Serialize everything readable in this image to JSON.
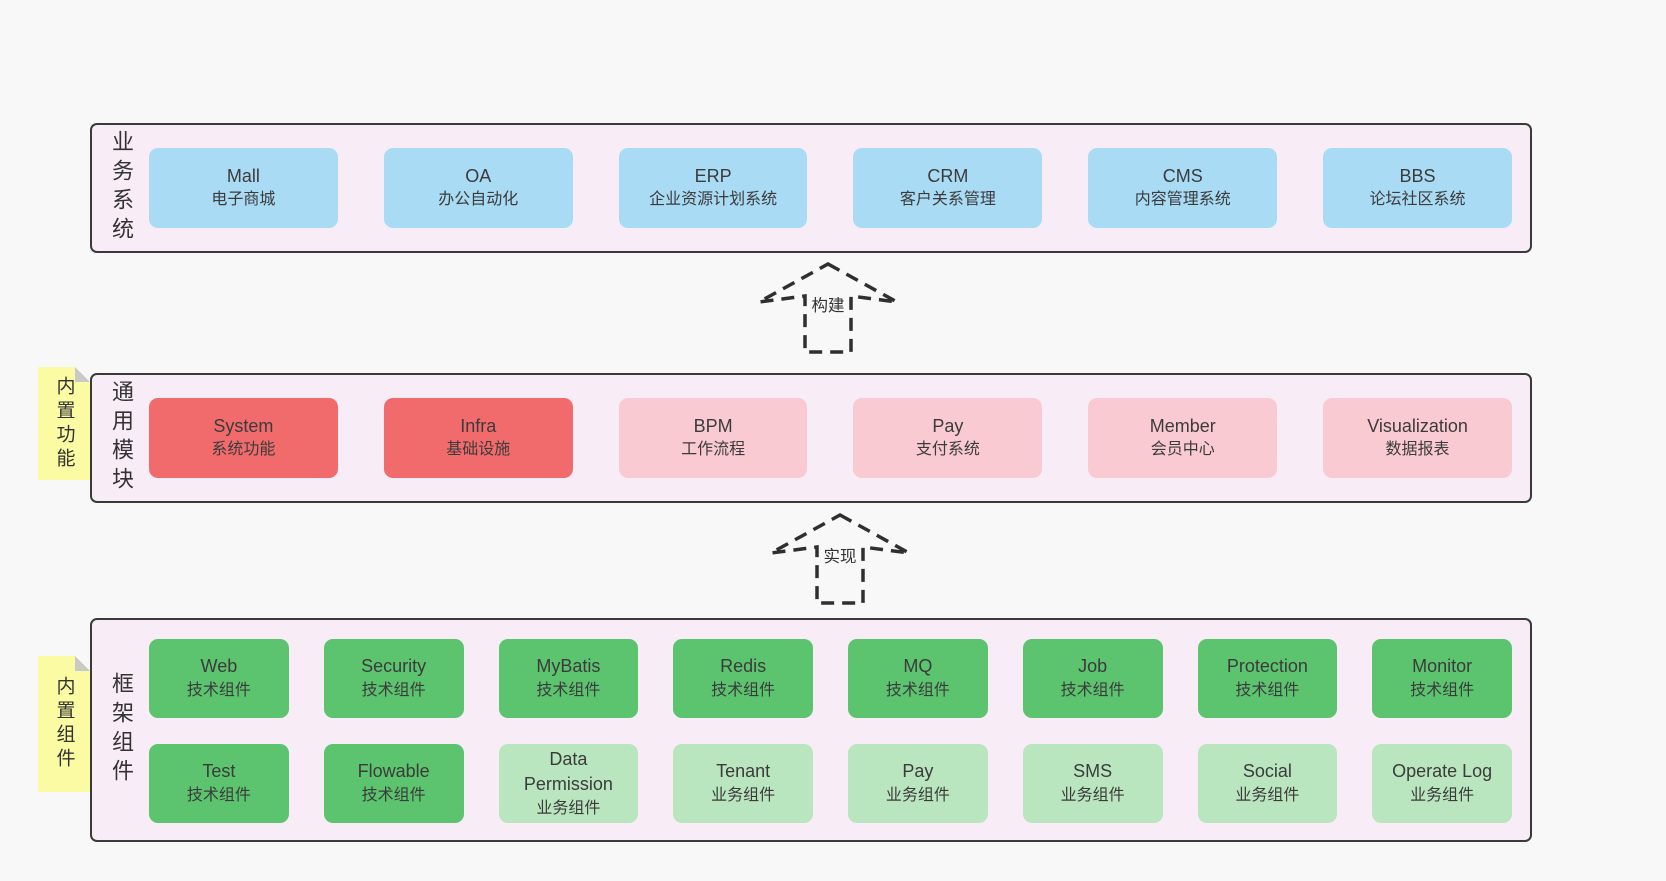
{
  "colors": {
    "page_bg": "#f8f8f8",
    "band_bg": "#f8edf6",
    "band_border": "#3a3a3a",
    "blue": "#a9dbf5",
    "red": "#f16b6d",
    "pink": "#facad3",
    "green_dark": "#5cc46e",
    "green_light": "#bae6bf",
    "yellow": "#fafba3",
    "fold": "#c9c9c9",
    "text": "#3b3b3b"
  },
  "arrows": [
    {
      "label": "构建"
    },
    {
      "label": "实现"
    }
  ],
  "layers": {
    "business": {
      "label": "业务系统",
      "items": [
        {
          "name": "Mall",
          "desc": "电子商城",
          "tone": "blue"
        },
        {
          "name": "OA",
          "desc": "办公自动化",
          "tone": "blue"
        },
        {
          "name": "ERP",
          "desc": "企业资源计划系统",
          "tone": "blue"
        },
        {
          "name": "CRM",
          "desc": "客户关系管理",
          "tone": "blue"
        },
        {
          "name": "CMS",
          "desc": "内容管理系统",
          "tone": "blue"
        },
        {
          "name": "BBS",
          "desc": "论坛社区系统",
          "tone": "blue"
        }
      ]
    },
    "modules": {
      "label": "通用模块",
      "note": "内置功能",
      "items": [
        {
          "name": "System",
          "desc": "系统功能",
          "tone": "red"
        },
        {
          "name": "Infra",
          "desc": "基础设施",
          "tone": "red"
        },
        {
          "name": "BPM",
          "desc": "工作流程",
          "tone": "pink"
        },
        {
          "name": "Pay",
          "desc": "支付系统",
          "tone": "pink"
        },
        {
          "name": "Member",
          "desc": "会员中心",
          "tone": "pink"
        },
        {
          "name": "Visualization",
          "desc": "数据报表",
          "tone": "pink"
        }
      ]
    },
    "framework": {
      "label": "框架组件",
      "note": "内置组件",
      "row1": [
        {
          "name": "Web",
          "desc": "技术组件",
          "tone": "green_dark"
        },
        {
          "name": "Security",
          "desc": "技术组件",
          "tone": "green_dark"
        },
        {
          "name": "MyBatis",
          "desc": "技术组件",
          "tone": "green_dark"
        },
        {
          "name": "Redis",
          "desc": "技术组件",
          "tone": "green_dark"
        },
        {
          "name": "MQ",
          "desc": "技术组件",
          "tone": "green_dark"
        },
        {
          "name": "Job",
          "desc": "技术组件",
          "tone": "green_dark"
        },
        {
          "name": "Protection",
          "desc": "技术组件",
          "tone": "green_dark"
        },
        {
          "name": "Monitor",
          "desc": "技术组件",
          "tone": "green_dark"
        }
      ],
      "row2": [
        {
          "name": "Test",
          "desc": "技术组件",
          "tone": "green_dark"
        },
        {
          "name": "Flowable",
          "desc": "技术组件",
          "tone": "green_dark"
        },
        {
          "name": "Data Permission",
          "desc": "业务组件",
          "tone": "green_light"
        },
        {
          "name": "Tenant",
          "desc": "业务组件",
          "tone": "green_light"
        },
        {
          "name": "Pay",
          "desc": "业务组件",
          "tone": "green_light"
        },
        {
          "name": "SMS",
          "desc": "业务组件",
          "tone": "green_light"
        },
        {
          "name": "Social",
          "desc": "业务组件",
          "tone": "green_light"
        },
        {
          "name": "Operate Log",
          "desc": "业务组件",
          "tone": "green_light"
        }
      ]
    }
  }
}
